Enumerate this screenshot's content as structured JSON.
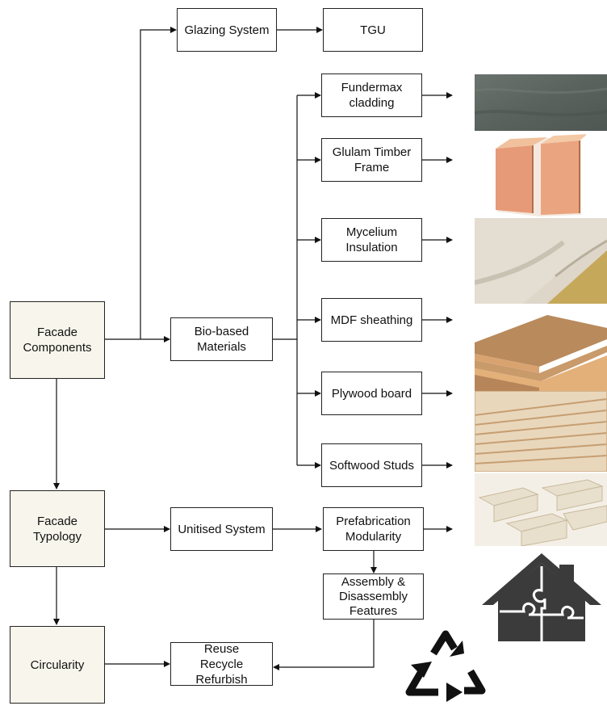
{
  "nodes": {
    "facade_components": "Facade\nComponents",
    "facade_typology": "Facade\nTypology",
    "circularity": "Circularity",
    "glazing_system": "Glazing System",
    "tgu": "TGU",
    "bio_based": "Bio-based\nMaterials",
    "fundermax": "Fundermax\ncladding",
    "glulam": "Glulam Timber\nFrame",
    "mycelium": "Mycelium\nInsulation",
    "mdf": "MDF sheathing",
    "plywood": "Plywood board",
    "softwood": "Softwood Studs",
    "unitised": "Unitised System",
    "prefab": "Prefabrication\nModularity",
    "assembly": "Assembly &\nDisassembly\nFeatures",
    "reuse": "Reuse\nRecycle\nRefurbish"
  },
  "images": [
    {
      "name": "fundermax-cladding-photo",
      "color": "#5c655f"
    },
    {
      "name": "glulam-timber-photo",
      "color": "#e0a27c"
    },
    {
      "name": "mycelium-insulation-photo",
      "color": "#d8d2c6"
    },
    {
      "name": "mdf-sheathing-photo",
      "color": "#c79868"
    },
    {
      "name": "plywood-board-photo",
      "color": "#dcc09a"
    },
    {
      "name": "softwood-studs-photo",
      "color": "#e6dcc8"
    }
  ],
  "icons": {
    "house_puzzle": "house-puzzle-icon",
    "recycle": "recycle-icon"
  }
}
